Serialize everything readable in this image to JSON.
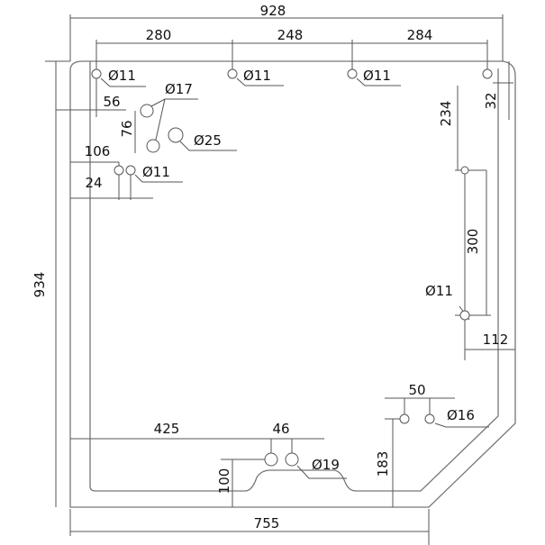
{
  "dimensions": {
    "overall_width": "928",
    "overall_height": "934",
    "bottom_width": "755",
    "top_spacing_1": "280",
    "top_spacing_2": "248",
    "top_spacing_3": "284",
    "right_offset": "32",
    "right_vertical_1": "234",
    "right_vertical_2": "300",
    "right_offset_2": "112",
    "left_offset_56": "56",
    "vertical_76": "76",
    "left_106": "106",
    "left_24": "24",
    "bottom_425": "425",
    "spacing_46": "46",
    "height_100": "100",
    "height_183": "183",
    "spacing_50": "50"
  },
  "holes": {
    "d11": "Ø11",
    "d17": "Ø17",
    "d25": "Ø25",
    "d19": "Ø19",
    "d16": "Ø16"
  }
}
